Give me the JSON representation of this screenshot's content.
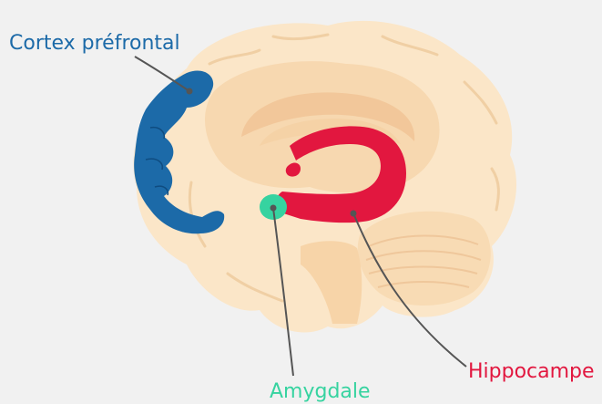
{
  "labels": {
    "cortex": "Cortex préfrontal",
    "hippocampe": "Hippocampe",
    "amygdale": "Amygdale"
  },
  "colors": {
    "background": "#f1f1f1",
    "brain_outer": "#fbe6c8",
    "brain_mid": "#f7d8b0",
    "brain_inner": "#f2c79a",
    "cortex": "#1c6aa8",
    "hippocampe": "#e2173f",
    "amygdale": "#36d3a0",
    "pointer_line": "#555555"
  },
  "icons": [
    "brain-outline",
    "prefrontal-cortex-region",
    "hippocampus-region",
    "amygdala-region"
  ]
}
